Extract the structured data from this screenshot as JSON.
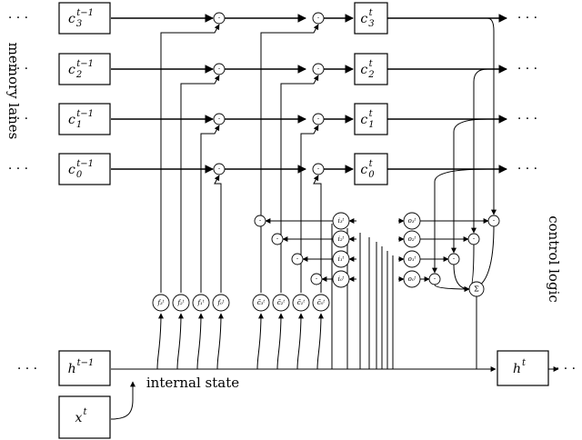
{
  "side_labels": {
    "left": "memory lanes",
    "right": "control logic",
    "internal": "internal state"
  },
  "ellipsis": "· · ·",
  "prev_cells": [
    {
      "base": "c",
      "sub": "3",
      "sup": "t−1"
    },
    {
      "base": "c",
      "sub": "2",
      "sup": "t−1"
    },
    {
      "base": "c",
      "sub": "1",
      "sup": "t−1"
    },
    {
      "base": "c",
      "sub": "0",
      "sup": "t−1"
    }
  ],
  "next_cells": [
    {
      "base": "c",
      "sub": "3",
      "sup": "t"
    },
    {
      "base": "c",
      "sub": "2",
      "sup": "t"
    },
    {
      "base": "c",
      "sub": "1",
      "sup": "t"
    },
    {
      "base": "c",
      "sub": "0",
      "sup": "t"
    }
  ],
  "hidden_prev": {
    "base": "h",
    "sup": "t−1"
  },
  "hidden_next": {
    "base": "h",
    "sup": "t"
  },
  "input": {
    "base": "x",
    "sup": "t"
  },
  "forget_gates": [
    "f₃ᵗ",
    "f₂ᵗ",
    "f₁ᵗ",
    "f₀ᵗ"
  ],
  "candidate_gates": [
    "c̃₃ᵗ",
    "c̃₂ᵗ",
    "c̃₁ᵗ",
    "c̃₀ᵗ"
  ],
  "input_gates": [
    "i₃ᵗ",
    "i₂ᵗ",
    "i₁ᵗ",
    "i₀ᵗ"
  ],
  "output_gates": [
    "o₃ᵗ",
    "o₂ᵗ",
    "o₁ᵗ",
    "o₀ᵗ"
  ],
  "multiply_symbol": "·",
  "sum_symbol": "Σ"
}
